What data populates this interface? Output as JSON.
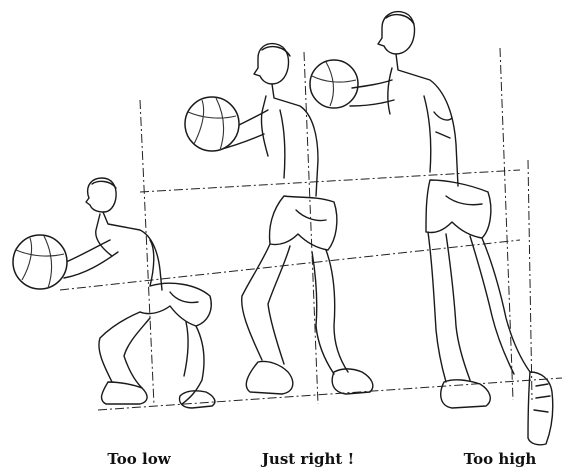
{
  "captions": {
    "too_low": "Too low",
    "just_right": "Just right !",
    "too_high": "Too high"
  },
  "colors": {
    "ink": "#1a1a1a",
    "background": "#ffffff"
  }
}
